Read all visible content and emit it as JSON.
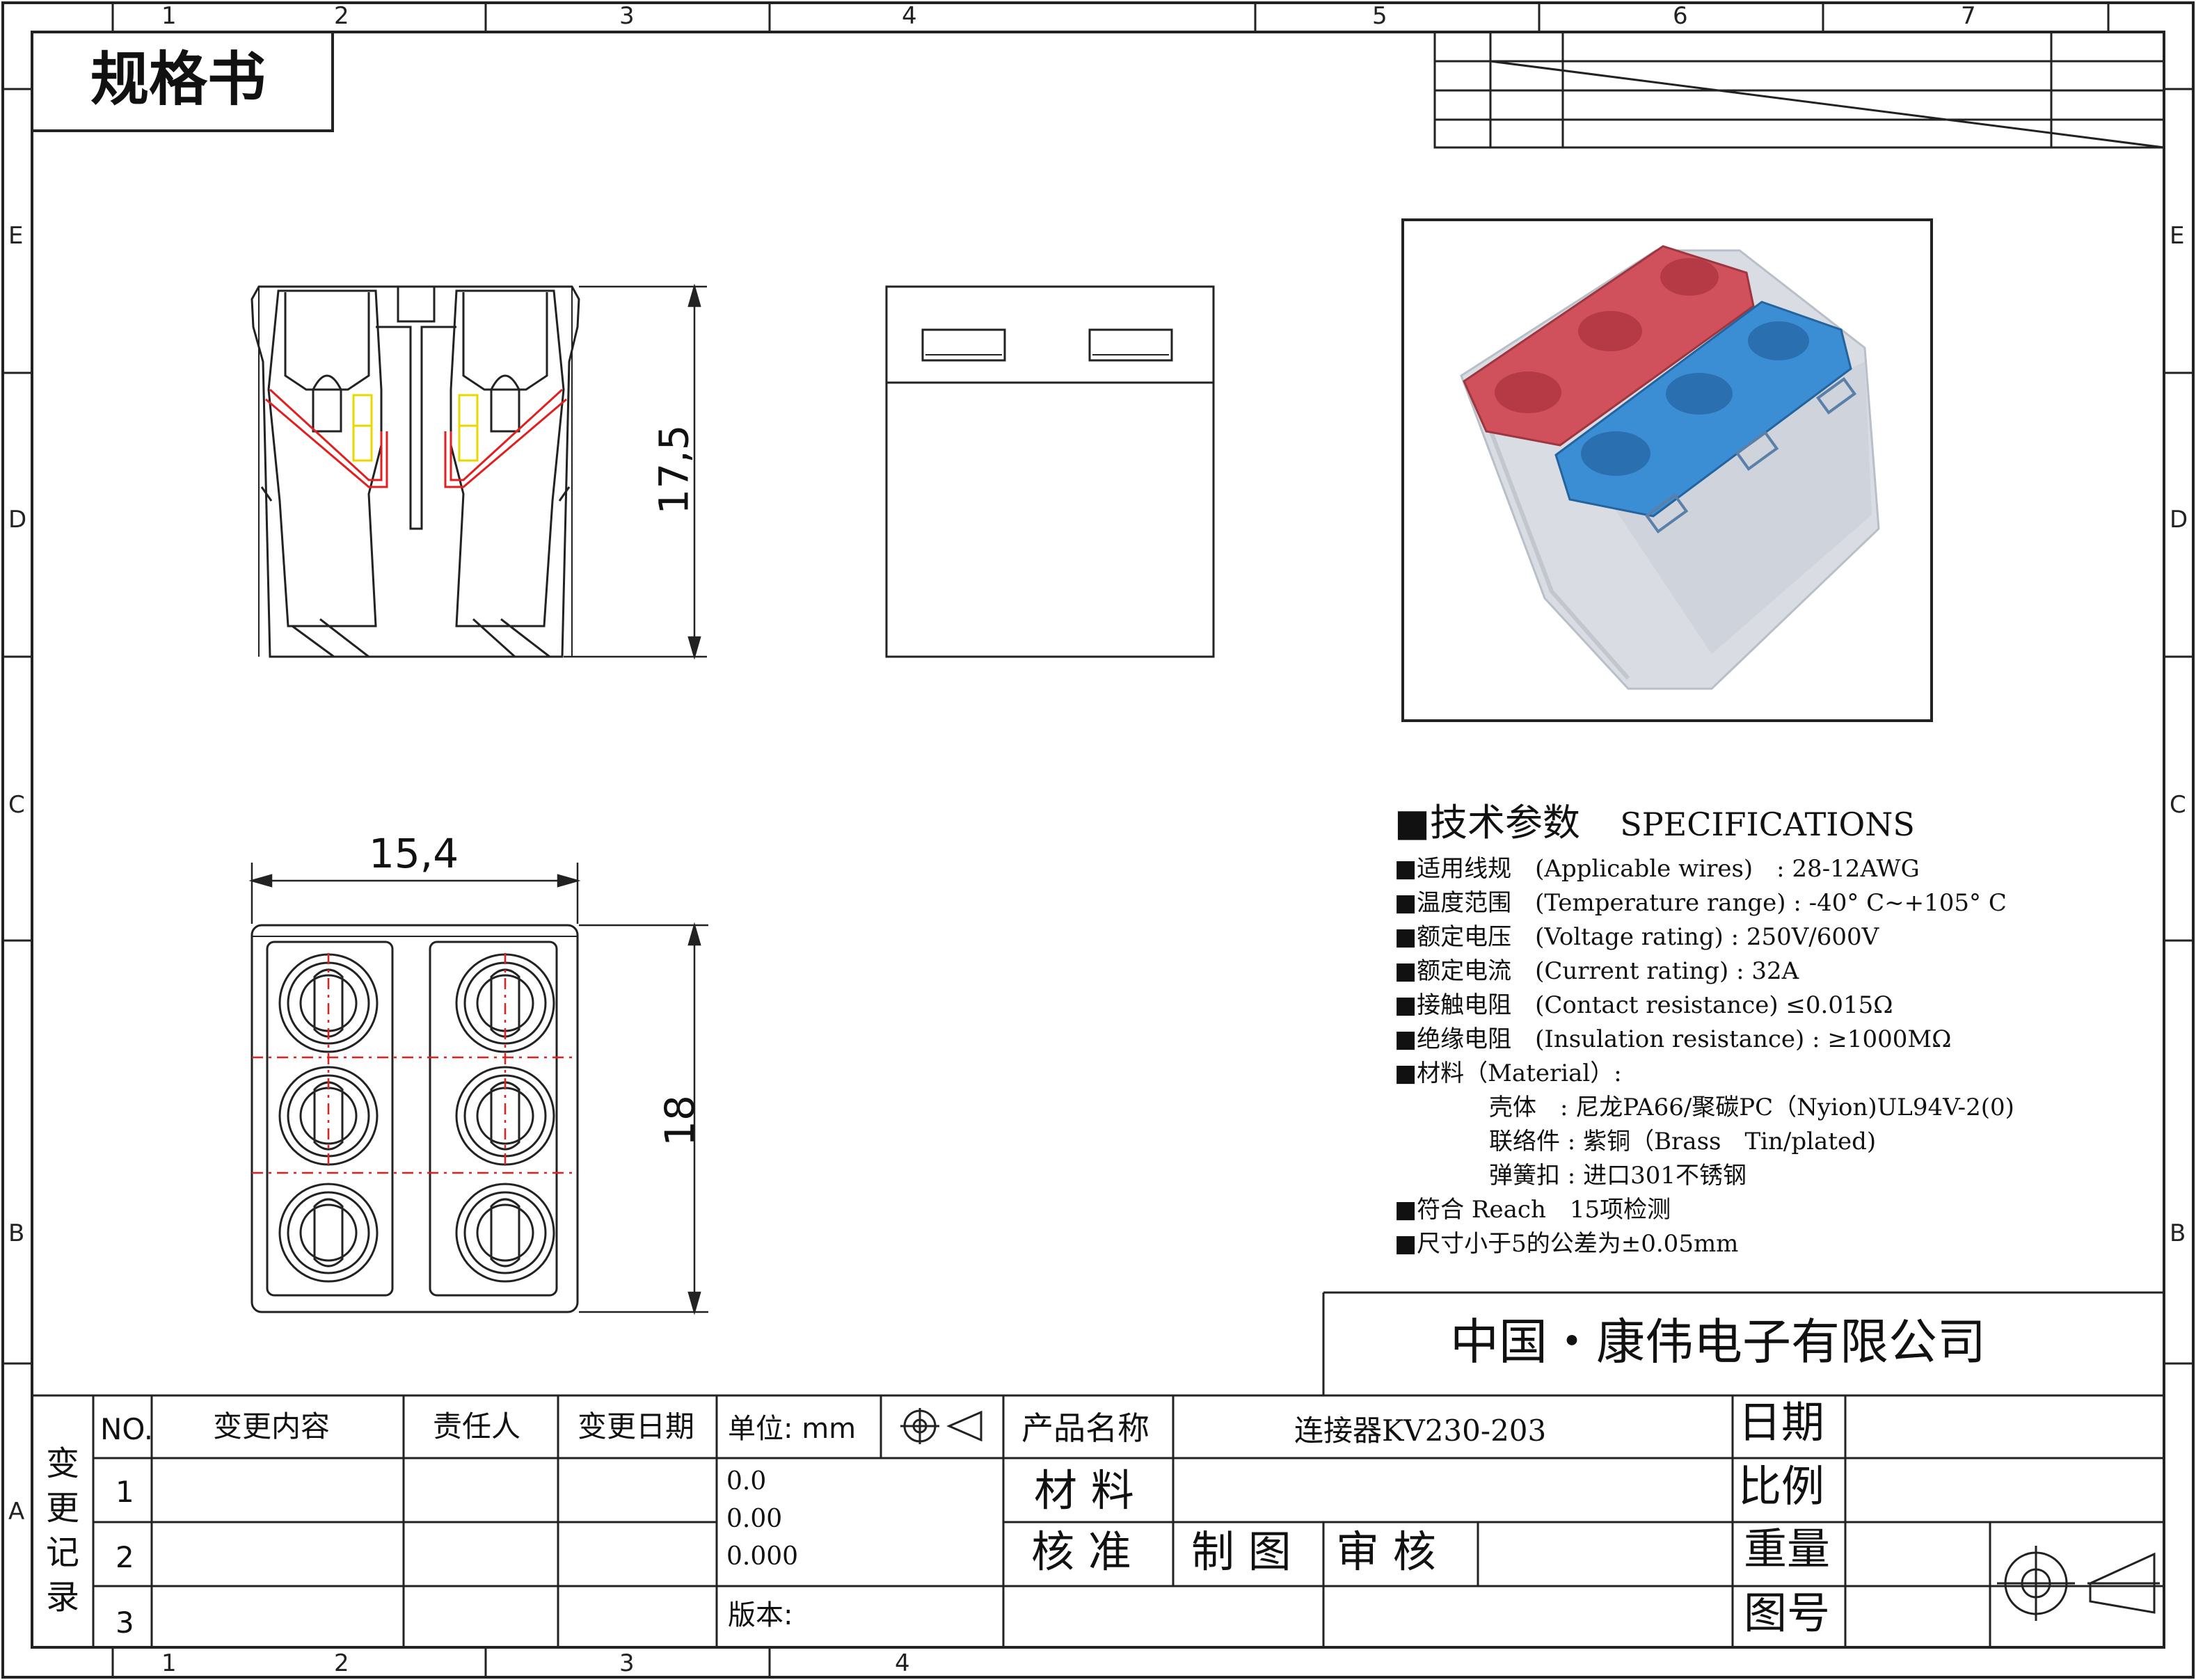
{
  "header": {
    "title": "规格书"
  },
  "zones": {
    "columns_top": [
      "1",
      "2",
      "3",
      "4",
      "5",
      "6",
      "7"
    ],
    "columns_bottom": [
      "1",
      "2",
      "3",
      "4"
    ],
    "rows": [
      "E",
      "D",
      "C",
      "B",
      "A"
    ]
  },
  "dimensions": {
    "height_side": "17,5",
    "width_top": "15,4",
    "height_top": "18"
  },
  "specs": {
    "heading": "■技术参数",
    "heading_en": "SPECIFICATIONS",
    "lines": [
      "■适用线规　(Applicable wires)　: 28-12AWG",
      "■温度范围　(Temperature range) : -40° C~+105° C",
      "■额定电压　(Voltage rating) : 250V/600V",
      "■额定电流　(Current rating) : 32A",
      "■接触电阻　(Contact resistance) ≤0.015Ω",
      "■绝缘电阻　(Insulation resistance) : ≥1000MΩ",
      "■材料（Material）:",
      "　　　　壳体　: 尼龙PA66/聚碳PC（Nyion)UL94V-2(0)",
      "　　　　联络件 : 紫铜（Brass　Tin/plated)",
      "　　　　弹簧扣 : 进口301不锈钢",
      "■符合 Reach　15项检测",
      "■尺寸小于5的公差为±0.05mm"
    ]
  },
  "company": "中国・康伟电子有限公司",
  "title_block": {
    "change_record": [
      "变",
      "更",
      "记",
      "录"
    ],
    "no_header": "NO.",
    "rows": [
      "1",
      "2",
      "3"
    ],
    "content_header": "变更内容",
    "person_header": "责任人",
    "date_header": "变更日期",
    "unit": "单位: mm",
    "tolerances": [
      "0.0",
      "0.00",
      "0.000"
    ],
    "version": "版本:",
    "product_name_label": "产品名称",
    "product_name": "连接器KV230-203",
    "material_label": "材 料",
    "approve_label": "核 准",
    "draw_label": "制 图",
    "review_label": "审 核",
    "date_label": "日期",
    "scale_label": "比例",
    "weight_label": "重量",
    "drawing_no_label": "图号"
  },
  "colors": {
    "line": "#222222",
    "red_button": "#d0505c",
    "blue_button": "#3c8ed4",
    "highlight_red": "#e02020",
    "highlight_yellow": "#e8d800"
  }
}
